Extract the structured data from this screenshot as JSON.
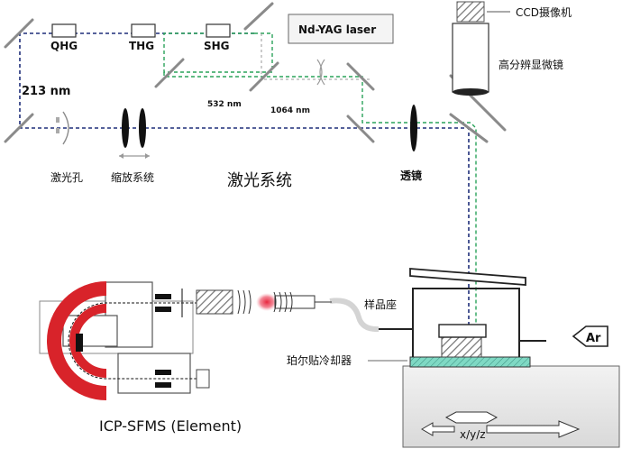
{
  "laser_section": {
    "crystals": [
      "QHG",
      "THG",
      "SHG"
    ],
    "laser_source": "Nd-YAG laser",
    "wavelength_213": "213 nm",
    "wavelength_532": "532 nm",
    "wavelength_1064": "1064 nm",
    "aperture_label": "激光孔",
    "zoom_label": "缩放系统",
    "system_title": "激光系统",
    "lens_label": "透镜"
  },
  "camera_section": {
    "ccd_label": "CCD摄像机",
    "microscope_label": "高分辨显微镜"
  },
  "sample_section": {
    "holder_label": "样品座",
    "peltier_label": "珀尔贴冷却器",
    "gas_label": "Ar",
    "stage_label": "x/y/z"
  },
  "ms_section": {
    "instrument_label": "ICP-SFMS (Element)"
  },
  "colors": {
    "beam_uv": "#1f2f7a",
    "beam_green": "#2aa35a",
    "accent_red": "#e23b3b",
    "peltier_fill": "#7fd9c4",
    "magnet_red": "#d8232a"
  }
}
